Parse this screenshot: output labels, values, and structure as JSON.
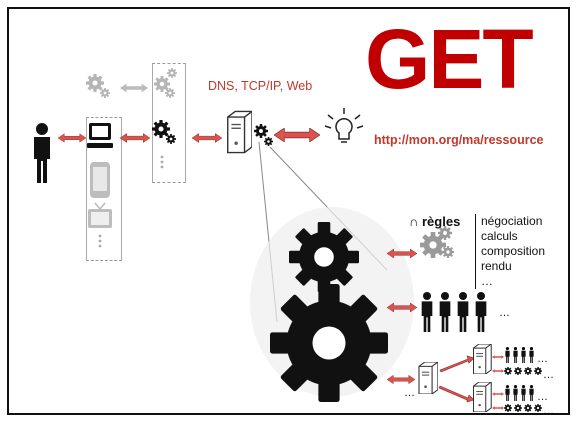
{
  "title": "GET",
  "protocols_label": "DNS, TCP/IP, Web",
  "resource_url": "http://mon.org/ma/ressource",
  "rules": {
    "heading": "∩ règles",
    "items": [
      "négociation",
      "calculs",
      "composition",
      "rendu",
      "…"
    ]
  },
  "ellipsis": "…",
  "colors": {
    "accent": "#c00000",
    "arrow": "#d9534f",
    "ink": "#111111",
    "faded": "#9a9a9a"
  }
}
